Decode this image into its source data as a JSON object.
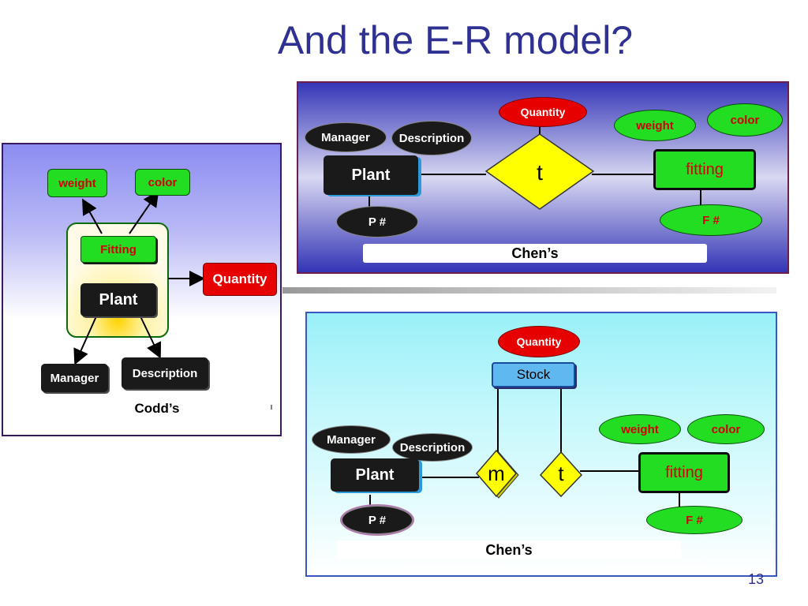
{
  "title": "And the E-R model?",
  "slide_number": "13",
  "codd": {
    "caption": "Codd’s",
    "attrs": {
      "weight": "weight",
      "color": "color"
    },
    "fitting": "Fitting",
    "plant": "Plant",
    "quantity": "Quantity",
    "manager": "Manager",
    "description": "Description"
  },
  "chen_top": {
    "caption": "Chen’s",
    "quantity": "Quantity",
    "manager": "Manager",
    "description": "Description",
    "plant": "Plant",
    "relation": "t",
    "weight": "weight",
    "color": "color",
    "fitting": "fitting",
    "pkey": "P #",
    "fkey": "F #"
  },
  "chen_bottom": {
    "caption": "Chen’s",
    "quantity": "Quantity",
    "stock": "Stock",
    "manager": "Manager",
    "description": "Description",
    "plant": "Plant",
    "relation_m": "m",
    "relation_t": "t",
    "weight": "weight",
    "color": "color",
    "fitting": "fitting",
    "pkey": "P #",
    "fkey": "F #"
  },
  "colors": {
    "title": "#2e3192",
    "entity_green": "#22dd22",
    "attr_red_text": "#d40000",
    "relationship_yellow": "#ffff00",
    "stock_blue": "#5fb8f0"
  }
}
